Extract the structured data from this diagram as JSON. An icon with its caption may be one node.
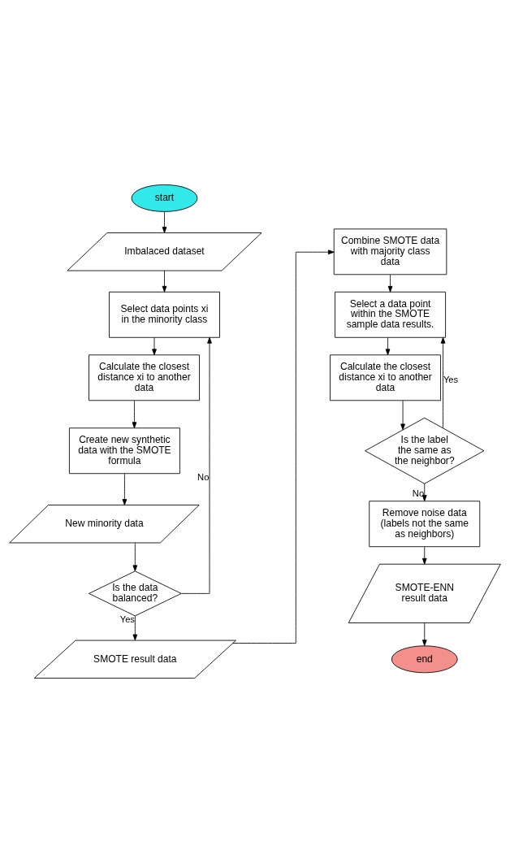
{
  "diagram": {
    "nodes": [
      {
        "text": [
          "start"
        ]
      },
      {
        "text": [
          "Imbalaced dataset"
        ]
      },
      {
        "text": [
          "Select data points xi in the minority class"
        ]
      },
      {
        "text": [
          "Calculate the closest distance xi to another data"
        ]
      },
      {
        "text": [
          "Create new synthetic data with the SMOTE formula"
        ]
      },
      {
        "text": [
          "New minority data"
        ]
      },
      {
        "text": [
          "Is the data balanced?"
        ]
      },
      {
        "text": [
          "SMOTE result data"
        ]
      },
      {
        "text": [
          "Combine SMOTE data with majority class data"
        ]
      },
      {
        "text": [
          "Select a data point within the SMOTE sample data results."
        ]
      },
      {
        "text": [
          "Calculate the closest distance xi to another data"
        ]
      },
      {
        "text": [
          "Is the label the same as the neighbor?"
        ]
      },
      {
        "text": [
          "Remove noise data (labels not the same as neighbors)"
        ]
      },
      {
        "text": [
          "SMOTE-ENN result data"
        ]
      },
      {
        "text": [
          "end"
        ]
      }
    ],
    "edges": [
      {
        "from": 0,
        "to": 1,
        "arrow": "to"
      },
      {
        "from": 1,
        "to": 2,
        "arrow": "to"
      },
      {
        "from": 2,
        "to": 3,
        "arrow": "to"
      },
      {
        "from": 3,
        "to": 4,
        "arrow": "to"
      },
      {
        "from": 4,
        "to": 5,
        "arrow": "to"
      },
      {
        "from": 5,
        "to": 6,
        "arrow": "to"
      },
      {
        "from": 6,
        "to": 2,
        "arrow": "to",
        "label": "No"
      },
      {
        "from": 6,
        "to": 7,
        "arrow": "to",
        "label": "Yes"
      },
      {
        "from": 7,
        "to": 8,
        "arrow": "to"
      },
      {
        "from": 8,
        "to": 9,
        "arrow": "to"
      },
      {
        "from": 9,
        "to": 10,
        "arrow": "to"
      },
      {
        "from": 10,
        "to": 11,
        "arrow": "to"
      },
      {
        "from": 11,
        "to": 9,
        "arrow": "to",
        "label": "Yes"
      },
      {
        "from": 11,
        "to": 12,
        "arrow": "to",
        "label": "No"
      },
      {
        "from": 12,
        "to": 13,
        "arrow": "to"
      },
      {
        "from": 13,
        "to": 14,
        "arrow": "to"
      }
    ]
  }
}
